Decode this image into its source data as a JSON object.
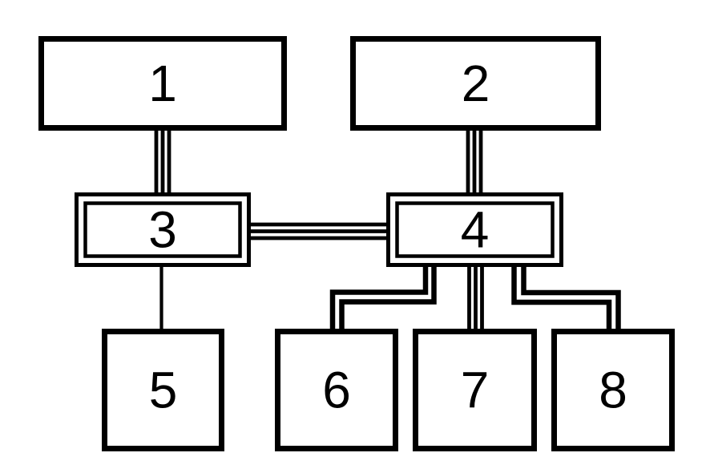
{
  "figure": {
    "kind": "block-diagram",
    "style": "patent-figure-scan",
    "background_color": "#ffffff",
    "ink_color": "#000000",
    "blocks": [
      {
        "id": "1",
        "label": "1",
        "shape": "wide-rectangle",
        "border": "single",
        "position": "top-left"
      },
      {
        "id": "2",
        "label": "2",
        "shape": "wide-rectangle",
        "border": "single",
        "position": "top-right"
      },
      {
        "id": "3",
        "label": "3",
        "shape": "rectangle",
        "border": "double",
        "position": "middle-left"
      },
      {
        "id": "4",
        "label": "4",
        "shape": "rectangle",
        "border": "double",
        "position": "middle-right"
      },
      {
        "id": "5",
        "label": "5",
        "shape": "square",
        "border": "single",
        "position": "bottom-left"
      },
      {
        "id": "6",
        "label": "6",
        "shape": "square",
        "border": "single",
        "position": "bottom-center-left"
      },
      {
        "id": "7",
        "label": "7",
        "shape": "square",
        "border": "single",
        "position": "bottom-center-right"
      },
      {
        "id": "8",
        "label": "8",
        "shape": "square",
        "border": "single",
        "position": "bottom-right"
      }
    ],
    "connections": [
      {
        "from": "1",
        "to": "3",
        "line": "triple",
        "route": "straight-vertical"
      },
      {
        "from": "2",
        "to": "4",
        "line": "triple",
        "route": "straight-vertical"
      },
      {
        "from": "3",
        "to": "4",
        "line": "triple",
        "route": "straight-horizontal"
      },
      {
        "from": "3",
        "to": "5",
        "line": "single",
        "route": "straight-vertical"
      },
      {
        "from": "4",
        "to": "6",
        "line": "double",
        "route": "elbow-down-left-down"
      },
      {
        "from": "4",
        "to": "7",
        "line": "triple",
        "route": "straight-vertical"
      },
      {
        "from": "4",
        "to": "8",
        "line": "double",
        "route": "elbow-down-right-down"
      }
    ]
  }
}
